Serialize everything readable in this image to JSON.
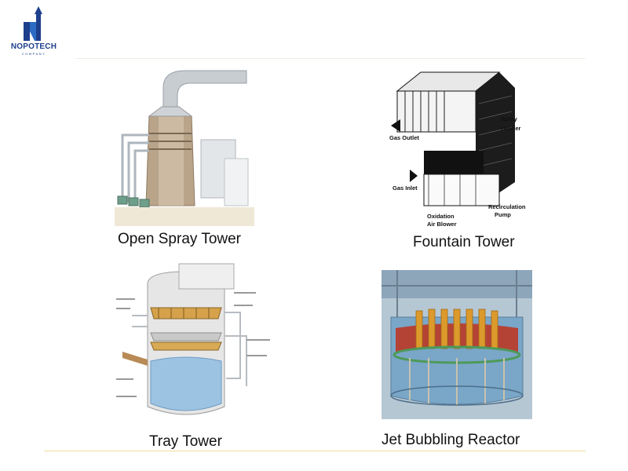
{
  "logo": {
    "name": "NOPOTECH",
    "subtitle": "COMPANY",
    "colors": {
      "primary": "#1d3f8c",
      "accent": "#2b6cc4"
    }
  },
  "figures": [
    {
      "id": "open-spray-tower",
      "caption": "Open Spray Tower"
    },
    {
      "id": "fountain-tower",
      "caption": "Fountain Tower",
      "labels": {
        "gas_outlet": "Gas Outlet",
        "spray_header_1": "Spray",
        "spray_header_2": "Header",
        "gas_inlet": "Gas Inlet",
        "recirc_1": "Recirculation",
        "recirc_2": "Pump",
        "oxid_1": "Oxidation",
        "oxid_2": "Air Blower"
      }
    },
    {
      "id": "tray-tower",
      "caption": "Tray Tower"
    },
    {
      "id": "jet-bubbling-reactor",
      "caption": "Jet Bubbling Reactor"
    }
  ]
}
